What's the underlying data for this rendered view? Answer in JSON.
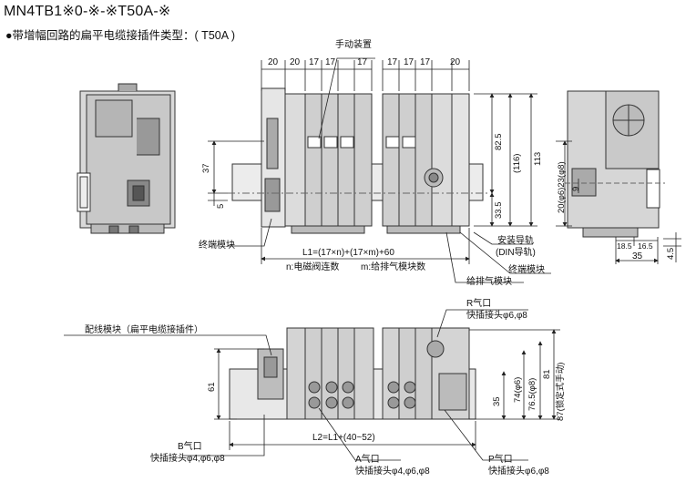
{
  "title": "MN4TB1※0-※-※T50A-※",
  "subtitle": "●带增幅回路的扁平电缆接插件类型：( T50A )",
  "top_view": {
    "widths_left": [
      "20",
      "20",
      "17",
      "17",
      "17"
    ],
    "widths_right": [
      "17",
      "17",
      "17",
      "20"
    ],
    "manual_device": "手动装置",
    "dim_37": "37",
    "dim_5": "5",
    "dim_82_5": "82.5",
    "dim_116": "(116)",
    "dim_113": "113",
    "dim_33_5": "33.5",
    "dim_phi6_23": "20(φ6)23(φ8)",
    "dim_9": "9",
    "dim_18_5": "18.5",
    "dim_16_5": "16.5",
    "dim_35": "35",
    "dim_4_5": "4.5",
    "end_block": "终端模块",
    "l1_formula": "L1=(17×n)+(17×m)+60",
    "n_note": "n:电磁阀连数",
    "m_note": "m:给排气模块数",
    "rail": "安装导轨",
    "din_rail": "(DIN导轨)",
    "end_block_2": "终端模块",
    "supply_exhaust_block": "给排气模块"
  },
  "front_view": {
    "wiring_block": "配线模块（扁平电缆接插件）",
    "r_port": "R气口",
    "r_fitting": "快插接头φ6,φ8",
    "dim_61": "61",
    "dim_35": "35",
    "dim_74": "74(φ6)",
    "dim_76_5": "76.5(φ8)",
    "dim_81": "81",
    "dim_87": "87(锁定式手动)",
    "l2_formula": "L2=L1+(40~52)",
    "b_port": "B气口",
    "b_fitting": "快插接头φ4,φ6,φ8",
    "a_port": "A气口",
    "a_fitting": "快插接头φ4,φ6,φ8",
    "p_port": "P气口",
    "p_fitting": "快插接头φ6,φ8"
  }
}
